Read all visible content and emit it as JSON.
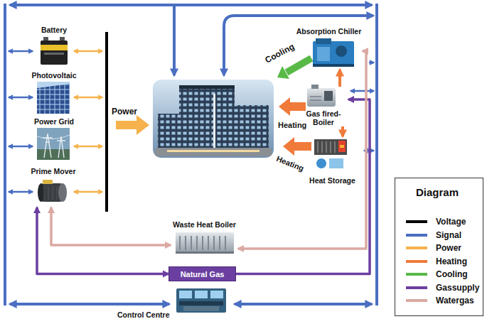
{
  "diagram": {
    "nodes": [
      {
        "text": [
          "Battery"
        ]
      },
      {
        "text": [
          "Photovoltaic"
        ]
      },
      {
        "text": [
          "Power Grid"
        ]
      },
      {
        "text": [
          "Prime Mover"
        ]
      },
      {
        "text": [
          "Absorption Chiller"
        ]
      },
      {
        "text": [
          "Gas fired-Boiler"
        ]
      },
      {
        "text": [
          "Heat Storage"
        ]
      },
      {
        "text": [
          "Waste Heat Boiler"
        ]
      },
      {
        "text": [
          "Natural Gas"
        ]
      },
      {
        "text": [
          "Control Centre"
        ]
      }
    ],
    "edges": [
      {
        "from": 5,
        "to": 4,
        "arrow": "to"
      },
      {
        "from": 5,
        "to": 6,
        "arrow": "to"
      },
      {
        "from": 8,
        "to": 3,
        "arrow": "both"
      },
      {
        "from": 8,
        "to": 5,
        "arrow": "to"
      },
      {
        "from": 7,
        "to": 3,
        "arrow": "both"
      },
      {
        "from": 4,
        "to": 7,
        "arrow": "both"
      }
    ],
    "labels": [
      "Power",
      "Cooling",
      "Heating",
      "Heating",
      "Diagram"
    ],
    "legend": [
      {
        "text": "Voltage",
        "color": "#000000"
      },
      {
        "text": "Signal",
        "color": "#4a6fc1"
      },
      {
        "text": "Power",
        "color": "#f5b24d"
      },
      {
        "text": "Heating",
        "color": "#f07a3a"
      },
      {
        "text": "Cooling",
        "color": "#58b947"
      },
      {
        "text": "Gassupply",
        "color": "#6b3fa0"
      },
      {
        "text": "Watergas",
        "color": "#dba9a2"
      }
    ]
  }
}
